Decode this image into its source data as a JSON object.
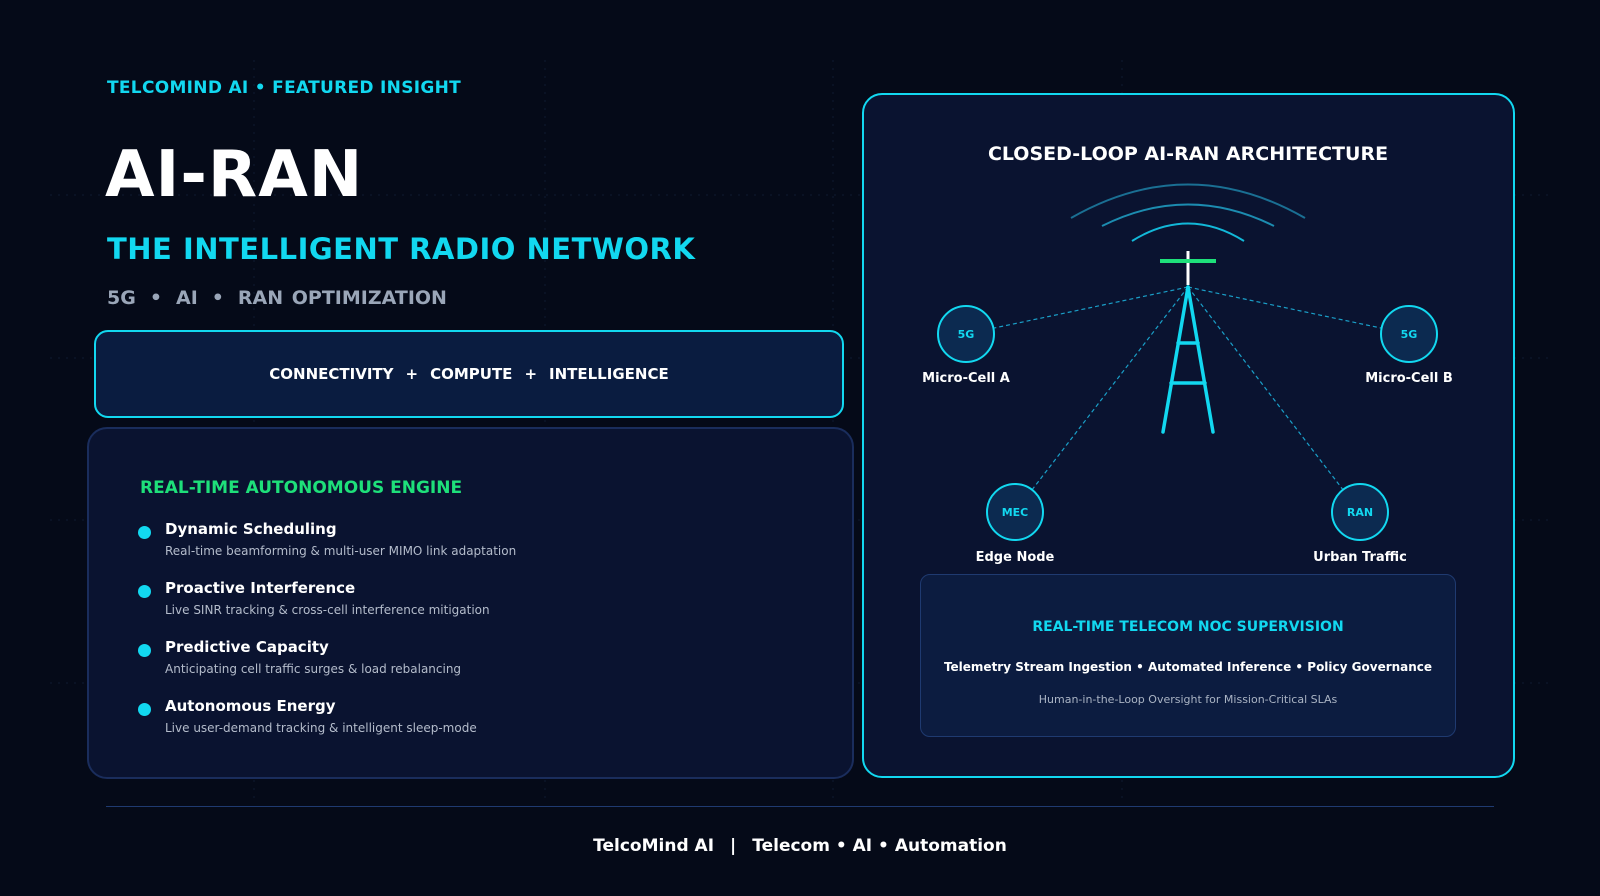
{
  "header": {
    "eyebrow": "TELCOMIND AI • FEATURED INSIGHT",
    "title": "AI-RAN",
    "subtitle": "THE INTELLIGENT RADIO NETWORK",
    "tags": [
      "5G",
      "AI",
      "RAN OPTIMIZATION"
    ],
    "tag_separator": "•"
  },
  "pillars": {
    "items": [
      "CONNECTIVITY",
      "COMPUTE",
      "INTELLIGENCE"
    ],
    "joiner": "+"
  },
  "engine": {
    "title": "REAL-TIME AUTONOMOUS ENGINE",
    "features": [
      {
        "name": "Dynamic Scheduling",
        "desc": "Real-time beamforming & multi-user MIMO link adaptation"
      },
      {
        "name": "Proactive Interference",
        "desc": "Live SINR tracking & cross-cell interference mitigation"
      },
      {
        "name": "Predictive Capacity",
        "desc": "Anticipating cell traffic surges & load rebalancing"
      },
      {
        "name": "Autonomous Energy",
        "desc": "Live user-demand tracking & intelligent sleep-mode"
      }
    ]
  },
  "architecture": {
    "title": "CLOSED-LOOP AI-RAN ARCHITECTURE",
    "nodes": [
      {
        "badge": "5G",
        "label": "Micro-Cell A"
      },
      {
        "badge": "5G",
        "label": "Micro-Cell B"
      },
      {
        "badge": "MEC",
        "label": "Edge Node"
      },
      {
        "badge": "RAN",
        "label": "Urban Traffic"
      }
    ],
    "noc": {
      "title": "REAL-TIME TELECOM NOC SUPERVISION",
      "flow": "Telemetry Stream Ingestion • Automated Inference • Policy Governance",
      "note": "Human-in-the-Loop Oversight for Mission-Critical SLAs"
    }
  },
  "footer": {
    "brand": "TelcoMind AI",
    "separator": "|",
    "tagline": "Telecom • AI • Automation"
  },
  "colors": {
    "background": "#050a18",
    "accent_cyan": "#12d8f0",
    "accent_green": "#1ee07a",
    "panel": "#0a1330"
  },
  "icons": [
    "cell-tower-icon",
    "signal-waves-icon"
  ]
}
